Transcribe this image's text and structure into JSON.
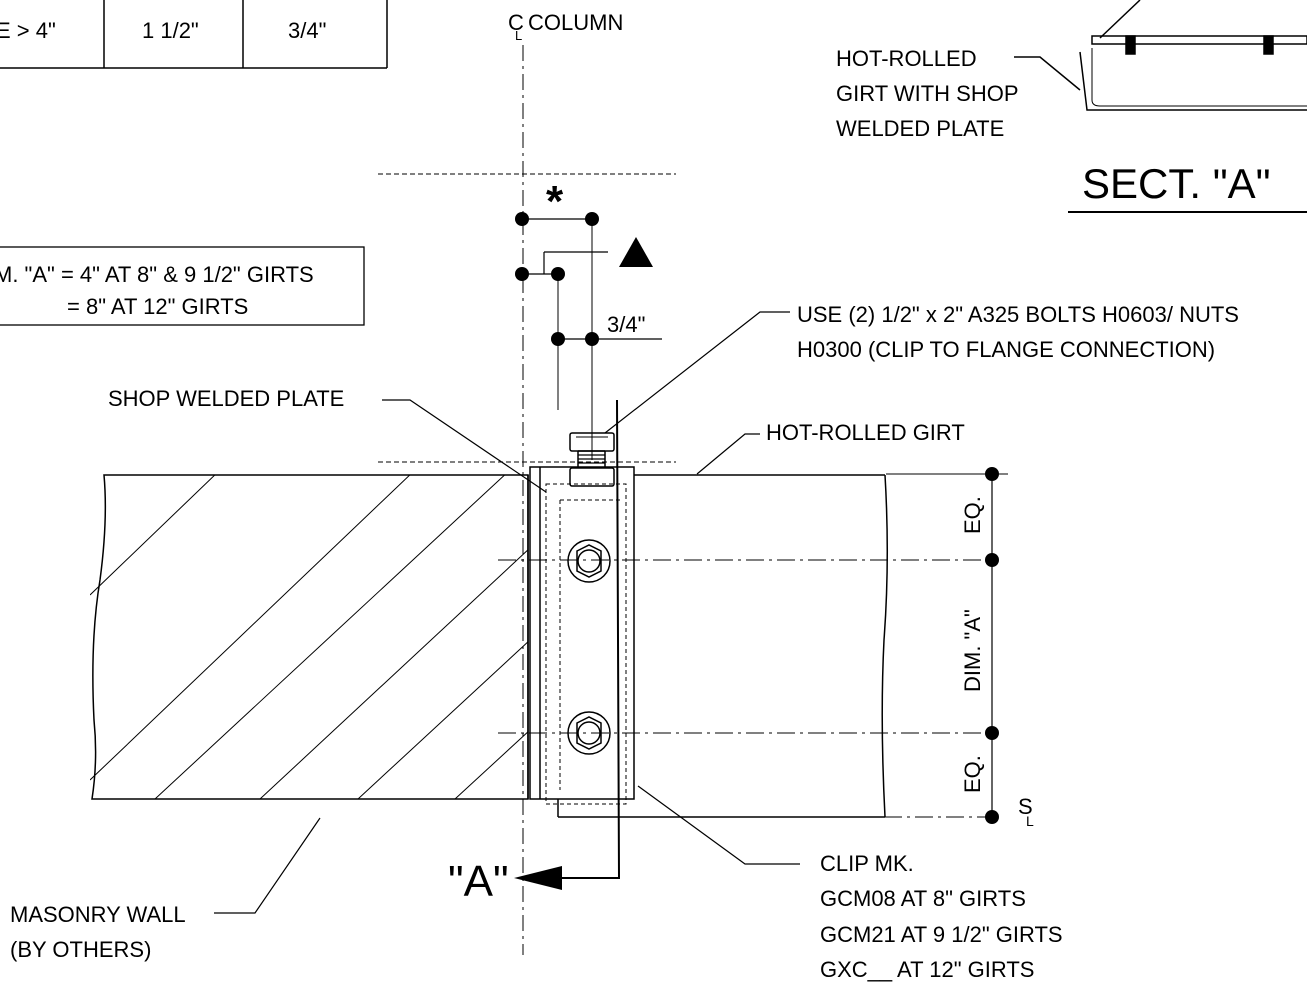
{
  "top_table": {
    "cells": [
      "E > 4\"",
      "1 1/2\"",
      "3/4\""
    ]
  },
  "column_label": {
    "prefix": "C",
    "text": "COLUMN"
  },
  "dim_note": {
    "line1": "M. \"A\" = 4\" AT 8\" & 9 1/2\" GIRTS",
    "line2": "= 8\" AT 12\" GIRTS"
  },
  "symbols": {
    "star": "*",
    "gauge": "3/4\""
  },
  "section_a": {
    "girt_label": [
      "HOT-ROLLED",
      "GIRT WITH SHOP",
      "WELDED PLATE"
    ],
    "title": "SECT. \"A\""
  },
  "bolts_note": {
    "line1": "USE (2) 1/2\" x 2\" A325 BOLTS H0603/ NUTS",
    "line2": "H0300 (CLIP TO FLANGE CONNECTION)"
  },
  "labels": {
    "shop_plate": "SHOP WELDED PLATE",
    "hot_rolled_girt": "HOT-ROLLED GIRT",
    "masonry": [
      "MASONRY WALL",
      "(BY OTHERS)"
    ],
    "section_cut": "\"A\"",
    "centerline_s": "S",
    "centerline_l": "L"
  },
  "vertical_dims": {
    "top": "EQ.",
    "middle": "DIM. \"A\"",
    "bottom": "EQ."
  },
  "clip_note": [
    "CLIP MK.",
    "GCM08 AT 8\" GIRTS",
    "GCM21 AT 9 1/2\" GIRTS",
    "GXC__ AT 12\" GIRTS"
  ]
}
